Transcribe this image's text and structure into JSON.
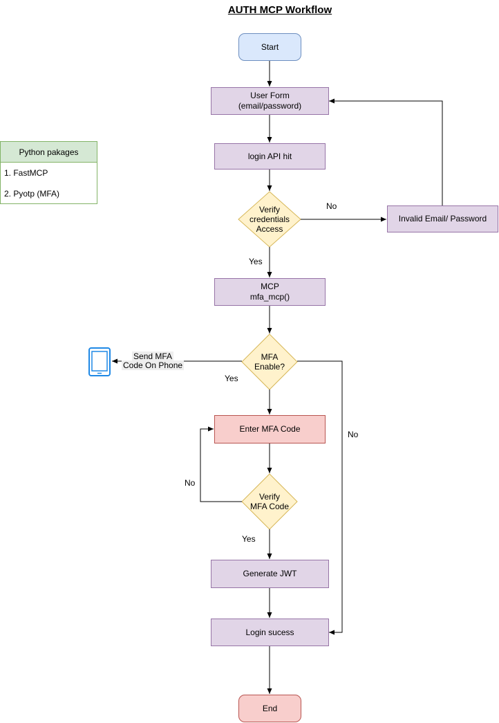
{
  "title": "AUTH MCP Workflow",
  "legend": {
    "header": "Python pakages",
    "items": [
      "1. FastMCP",
      "2. Pyotp (MFA)"
    ]
  },
  "nodes": {
    "start": "Start",
    "user_form_line1": "User Form",
    "user_form_line2": "(email/password)",
    "login_api": "login API hit",
    "verify_cred_line1": "Verify",
    "verify_cred_line2": "credentials",
    "verify_cred_line3": "Access",
    "invalid": "Invalid Email/ Password",
    "mcp_line1": "MCP",
    "mcp_line2": "mfa_mcp()",
    "mfa_enable_line1": "MFA",
    "mfa_enable_line2": "Enable?",
    "enter_mfa": "Enter MFA Code",
    "verify_mfa_line1": "Verify",
    "verify_mfa_line2": "MFA Code",
    "generate_jwt": "Generate JWT",
    "login_success": "Login sucess",
    "end": "End"
  },
  "edge_labels": {
    "cred_no": "No",
    "cred_yes": "Yes",
    "mfa_yes": "Yes",
    "mfa_no": "No",
    "verify_no": "No",
    "verify_yes": "Yes",
    "send_line1": "Send MFA",
    "send_line2": "Code On Phone"
  },
  "icons": {
    "phone": "tablet-phone-icon"
  },
  "colors": {
    "process_fill": "#e1d5e7",
    "process_stroke": "#9673a6",
    "decision_fill": "#fff2cc",
    "decision_stroke": "#d6b656",
    "start_fill": "#dae8fc",
    "start_stroke": "#6c8ebf",
    "error_fill": "#f8cecc",
    "error_stroke": "#b85450",
    "legend_fill": "#d5e8d4",
    "legend_stroke": "#82b366",
    "phone": "#1e88e5"
  }
}
